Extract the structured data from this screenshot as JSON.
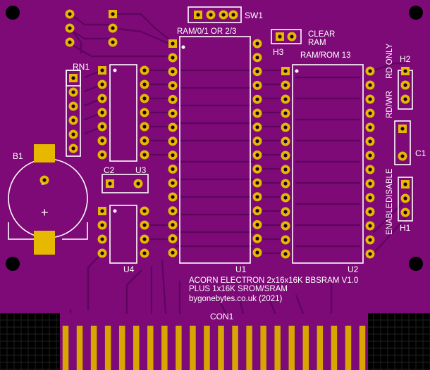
{
  "colors": {
    "board": "#7d0a77",
    "copper": "#6a066a",
    "pad": "#e6b800",
    "pad_hole": "#1a001a",
    "silk": "#ffffff",
    "gold": "#d8a600",
    "background": "#000000"
  },
  "labels": {
    "sw1": "SW1",
    "ram_select": "RAM/0/1 OR 2/3",
    "clear": "CLEAR",
    "ram": "RAM",
    "h3": "H3",
    "ram_rom_13": "RAM/ROM 13",
    "rd_only": "RD ONLY",
    "h2": "H2",
    "rd_wr": "RD/WR",
    "c1": "C1",
    "enable": "ENABLE",
    "disable": "DISABLE",
    "h1": "H1",
    "rn1": "RN1",
    "b1": "B1",
    "c2": "C2",
    "u3": "U3",
    "u4": "U4",
    "u1": "U1",
    "u2": "U2",
    "con1": "CON1",
    "title_line1": "ACORN ELECTRON 2x16x16K BBSRAM V1.0",
    "title_line2": "PLUS 1x16K SROM/SRAM",
    "title_line3": "bygonebytes.co.uk (2021)",
    "battery_minus": "-",
    "battery_plus": "+"
  }
}
